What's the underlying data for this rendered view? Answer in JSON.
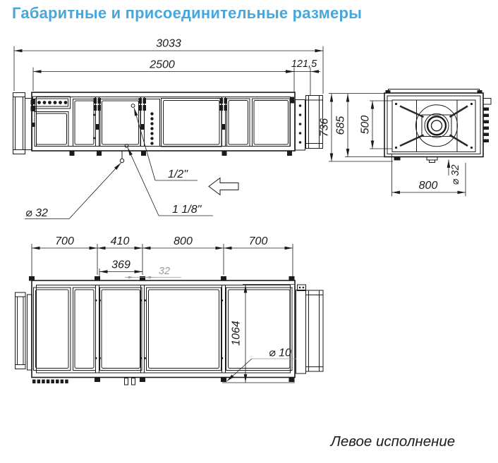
{
  "title": "Габаритные и присоединительные размеры",
  "note": "Левое исполнение",
  "colors": {
    "accent": "#47a7dc",
    "line": "#1b1b1b",
    "dim_gray": "#9a9a9a"
  },
  "front_view": {
    "dim_total": "3033",
    "dim_body": "2500",
    "dim_duct": "121,5",
    "label_drain": "⌀ 32",
    "label_pipe_half": "1/2\"",
    "label_pipe_118": "1 1/8\""
  },
  "side_view": {
    "dim_height_total": "736",
    "dim_height_body": "685",
    "dim_height_inner": "500",
    "dim_width": "800",
    "label_drain": "⌀ 32"
  },
  "top_view": {
    "dim_sec1": "700",
    "dim_sec2": "410",
    "dim_sec3": "800",
    "dim_sec4": "700",
    "dim_369": "369",
    "dim_32": "32",
    "dim_width": "1064",
    "label_hole": "⌀ 10"
  }
}
